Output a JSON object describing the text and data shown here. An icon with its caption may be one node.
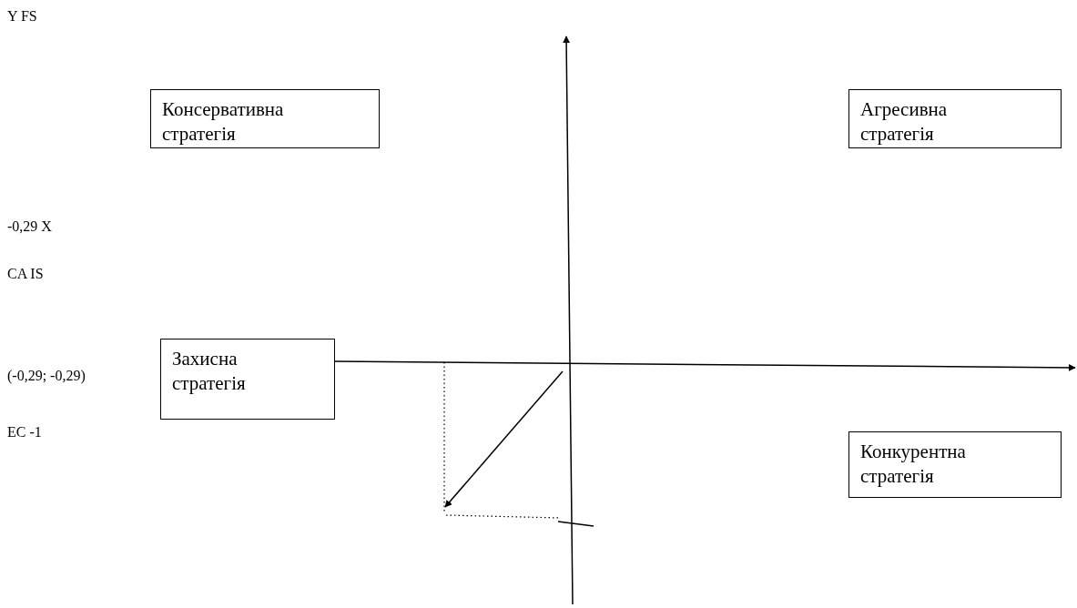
{
  "diagram": {
    "nodes": [
      {
        "text": [
          "Консервативна стратегія"
        ]
      },
      {
        "text": [
          "Агресивна стратегія"
        ]
      },
      {
        "text": [
          "Захисна стратегія"
        ]
      },
      {
        "text": [
          "Конкурентна стратегія"
        ]
      }
    ],
    "labels": [
      "Y FS",
      "-0,29 X",
      "CA IS",
      "(-0,29; -0,29)",
      "EC -1"
    ]
  }
}
